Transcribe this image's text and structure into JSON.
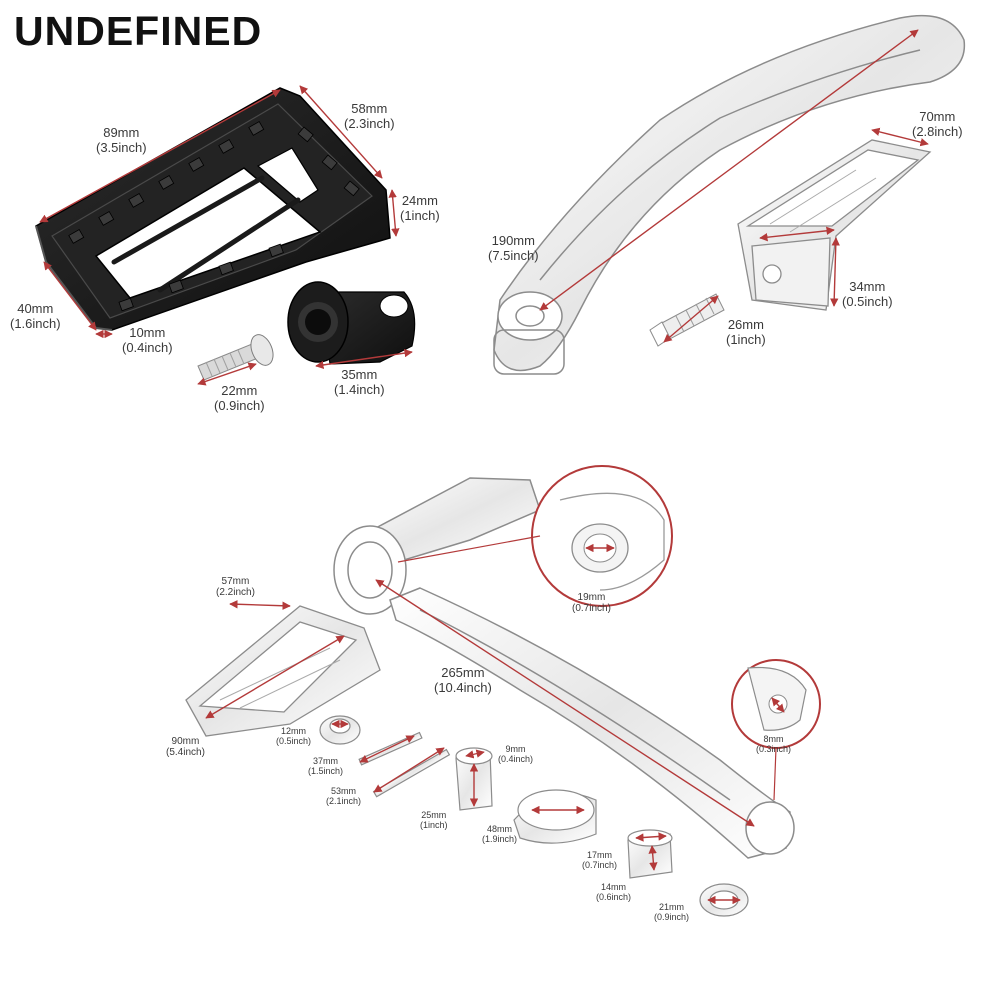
{
  "brand": "UNDEFINED",
  "colors": {
    "dimension_line": "#b33a3a",
    "black_part": "#1b1b1b",
    "chrome_part": "#c7c7c7"
  },
  "dimensions": {
    "d89": {
      "mm": "89mm",
      "inch": "(3.5inch)"
    },
    "d58": {
      "mm": "58mm",
      "inch": "(2.3inch)"
    },
    "d24": {
      "mm": "24mm",
      "inch": "(1inch)"
    },
    "d40": {
      "mm": "40mm",
      "inch": "(1.6inch)"
    },
    "d10": {
      "mm": "10mm",
      "inch": "(0.4inch)"
    },
    "d22": {
      "mm": "22mm",
      "inch": "(0.9inch)"
    },
    "d35": {
      "mm": "35mm",
      "inch": "(1.4inch)"
    },
    "d190": {
      "mm": "190mm",
      "inch": "(7.5inch)"
    },
    "d70": {
      "mm": "70mm",
      "inch": "(2.8inch)"
    },
    "d34": {
      "mm": "34mm",
      "inch": "(0.5inch)"
    },
    "d26": {
      "mm": "26mm",
      "inch": "(1inch)"
    },
    "d19": {
      "mm": "19mm",
      "inch": "(0.7inch)"
    },
    "d265": {
      "mm": "265mm",
      "inch": "(10.4inch)"
    },
    "d57": {
      "mm": "57mm",
      "inch": "(2.2inch)"
    },
    "d90": {
      "mm": "90mm",
      "inch": "(5.4inch)"
    },
    "d8": {
      "mm": "8mm",
      "inch": "(0.3inch)"
    },
    "d12": {
      "mm": "12mm",
      "inch": "(0.5inch)"
    },
    "d37": {
      "mm": "37mm",
      "inch": "(1.5inch)"
    },
    "d53": {
      "mm": "53mm",
      "inch": "(2.1inch)"
    },
    "d9": {
      "mm": "9mm",
      "inch": "(0.4inch)"
    },
    "d25": {
      "mm": "25mm",
      "inch": "(1inch)"
    },
    "d48": {
      "mm": "48mm",
      "inch": "(1.9inch)"
    },
    "d17": {
      "mm": "17mm",
      "inch": "(0.7inch)"
    },
    "d14": {
      "mm": "14mm",
      "inch": "(0.6inch)"
    },
    "d21": {
      "mm": "21mm",
      "inch": "(0.9inch)"
    }
  }
}
